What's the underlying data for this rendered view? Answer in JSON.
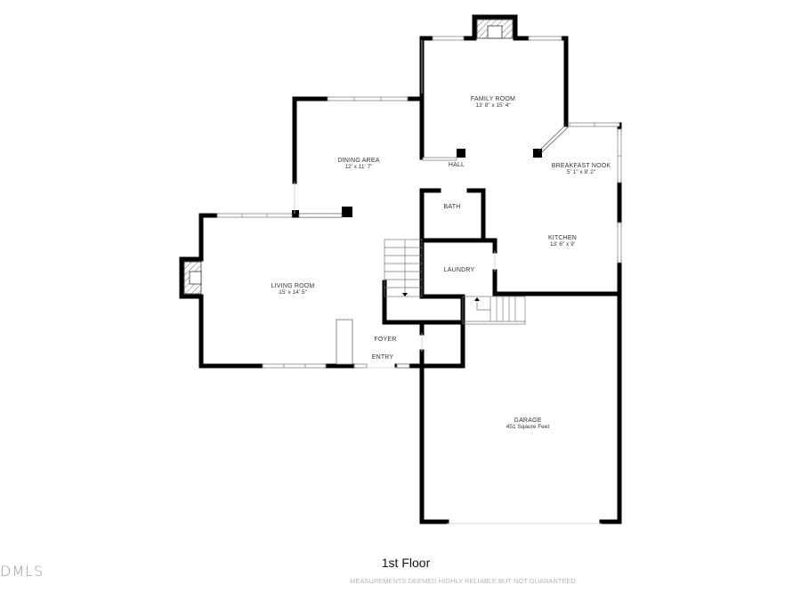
{
  "floor_title": "1st Floor",
  "disclaimer": "MEASUREMENTS DEEMED HIGHLY RELIABLE BUT NOT GUARANTEED",
  "watermark": "DMLS",
  "colors": {
    "wall": "#000000",
    "window": "#ffffff",
    "window_line": "#999999",
    "label": "#333333",
    "disclaimer": "#b5b5b5"
  },
  "rooms": [
    {
      "id": "family-room",
      "name": "FAMILY ROOM",
      "dims": "13' 8\" x 15' 4\""
    },
    {
      "id": "dining-area",
      "name": "DINING AREA",
      "dims": "12' x 11' 7\""
    },
    {
      "id": "hall",
      "name": "HALL",
      "dims": ""
    },
    {
      "id": "breakfast-nook",
      "name": "BREAKFAST NOOK",
      "dims": "5' 1\" x 8' 2\""
    },
    {
      "id": "bath",
      "name": "BATH",
      "dims": ""
    },
    {
      "id": "kitchen",
      "name": "KITCHEN",
      "dims": "13' 6\" x 9'"
    },
    {
      "id": "laundry",
      "name": "LAUNDRY",
      "dims": ""
    },
    {
      "id": "living-room",
      "name": "LIVING ROOM",
      "dims": "15' x 14' 5\""
    },
    {
      "id": "foyer",
      "name": "FOYER",
      "dims": ""
    },
    {
      "id": "entry",
      "name": "ENTRY",
      "dims": ""
    },
    {
      "id": "garage",
      "name": "GARAGE",
      "dims": "451 Sqaure Feet"
    }
  ]
}
